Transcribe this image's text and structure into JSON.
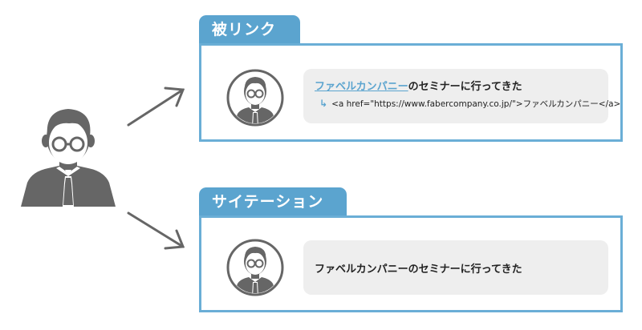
{
  "colors": {
    "accent": "#5ba4cf",
    "panel_border": "#6aaed6",
    "icon_gray": "#666666",
    "text_dark": "#222222",
    "bubble_bg": "#eeeeee"
  },
  "backlink": {
    "tab_label": "被リンク",
    "link_text": "ファベルカンパニー",
    "rest_text": "のセミナーに行ってきた",
    "code_arrow": "↳",
    "code": "<a href=\"https://www.fabercompany.co.jp/\">ファベルカンパニー</a>"
  },
  "citation": {
    "tab_label": "サイテーション",
    "text": "ファベルカンパニーのセミナーに行ってきた"
  },
  "icons": [
    "businessman-icon",
    "arrow-up-right-icon",
    "arrow-down-right-icon"
  ]
}
